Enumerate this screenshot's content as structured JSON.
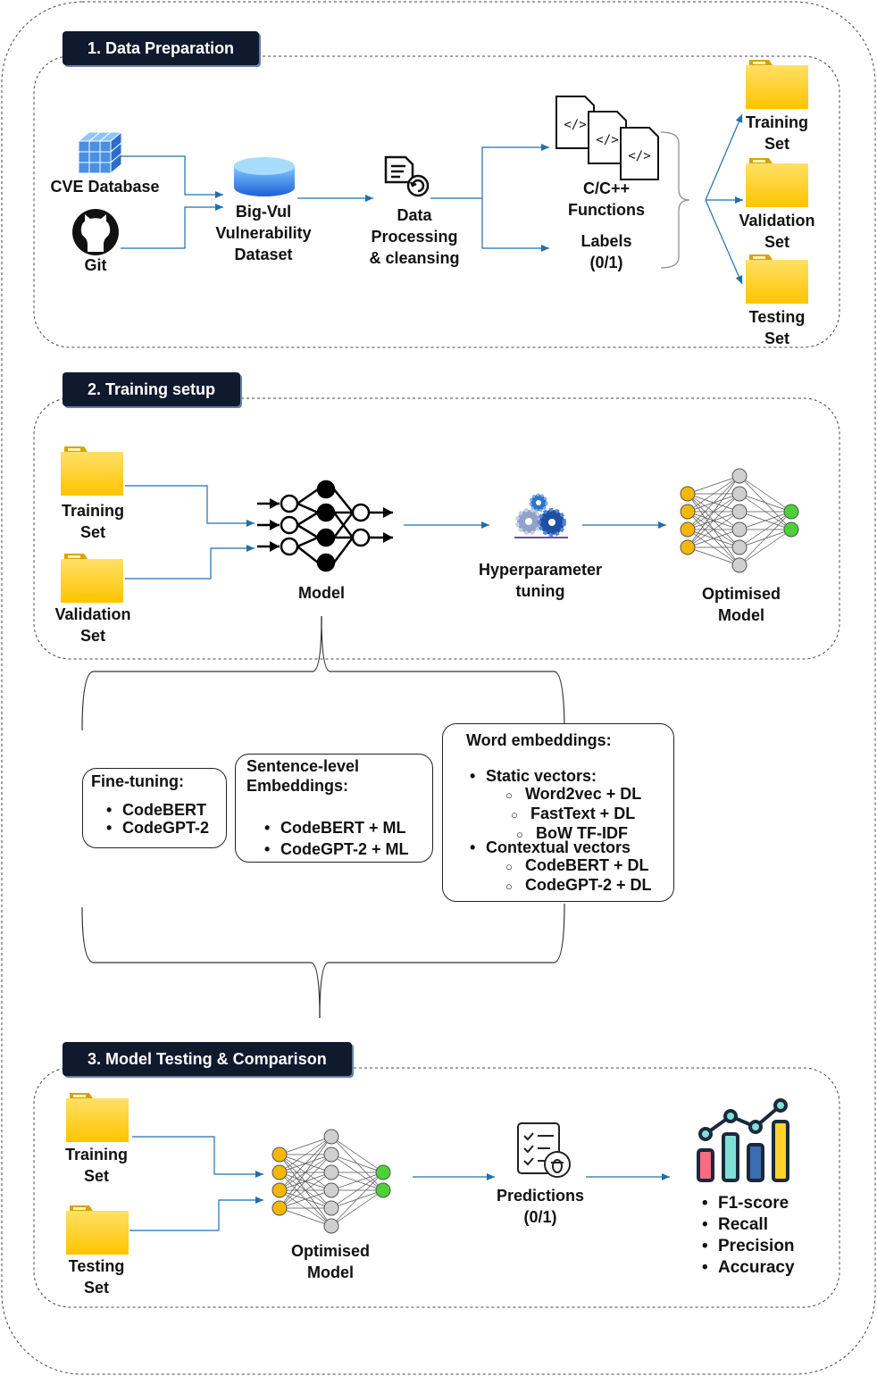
{
  "sections": {
    "data_preparation": "1. Data Preparation",
    "training_setup": "2. Training setup",
    "model_testing": "3. Model Testing & Comparison"
  },
  "prep": {
    "cve_database": "CVE Database",
    "git": "Git",
    "bigvul": [
      "Big-Vul",
      "Vulnerability",
      "Dataset"
    ],
    "processing": [
      "Data",
      "Processing",
      "& cleansing"
    ],
    "functions": [
      "C/C++",
      "Functions"
    ],
    "labels": [
      "Labels",
      "(0/1)"
    ],
    "training_set": [
      "Training",
      "Set"
    ],
    "validation_set": [
      "Validation",
      "Set"
    ],
    "testing_set": [
      "Testing",
      "Set"
    ]
  },
  "training": {
    "training_set": [
      "Training",
      "Set"
    ],
    "validation_set": [
      "Validation",
      "Set"
    ],
    "model": "Model",
    "hyperparameter": [
      "Hyperparameter",
      "tuning"
    ],
    "optimised_model": [
      "Optimised",
      "Model"
    ]
  },
  "approaches": {
    "fine_tuning": {
      "title": "Fine-tuning:",
      "items": [
        "CodeBERT",
        "CodeGPT-2"
      ]
    },
    "sentence": {
      "title": [
        "Sentence-level",
        "Embeddings:"
      ],
      "items": [
        "CodeBERT + ML",
        "CodeGPT-2 + ML"
      ]
    },
    "word": {
      "title": "Word embeddings:",
      "static": "Static vectors:",
      "static_items": [
        "Word2vec + DL",
        "FastText + DL",
        "BoW TF-IDF"
      ],
      "contextual": "Contextual vectors",
      "contextual_items": [
        "CodeBERT + DL",
        "CodeGPT-2 + DL"
      ]
    }
  },
  "testing": {
    "training_set": [
      "Training",
      "Set"
    ],
    "testing_set": [
      "Testing",
      "Set"
    ],
    "optimised_model": [
      "Optimised",
      "Model"
    ],
    "predictions": [
      "Predictions",
      "(0/1)"
    ],
    "metrics": [
      "F1-score",
      "Recall",
      "Precision",
      "Accuracy"
    ]
  },
  "colors": {
    "arrow": "#1f6fb0",
    "folder": "#ffd21a",
    "node_input": "#f5b800",
    "node_hidden": "#cfcfcf",
    "node_output": "#4cd137",
    "title_bg": "#0f1a2e"
  }
}
